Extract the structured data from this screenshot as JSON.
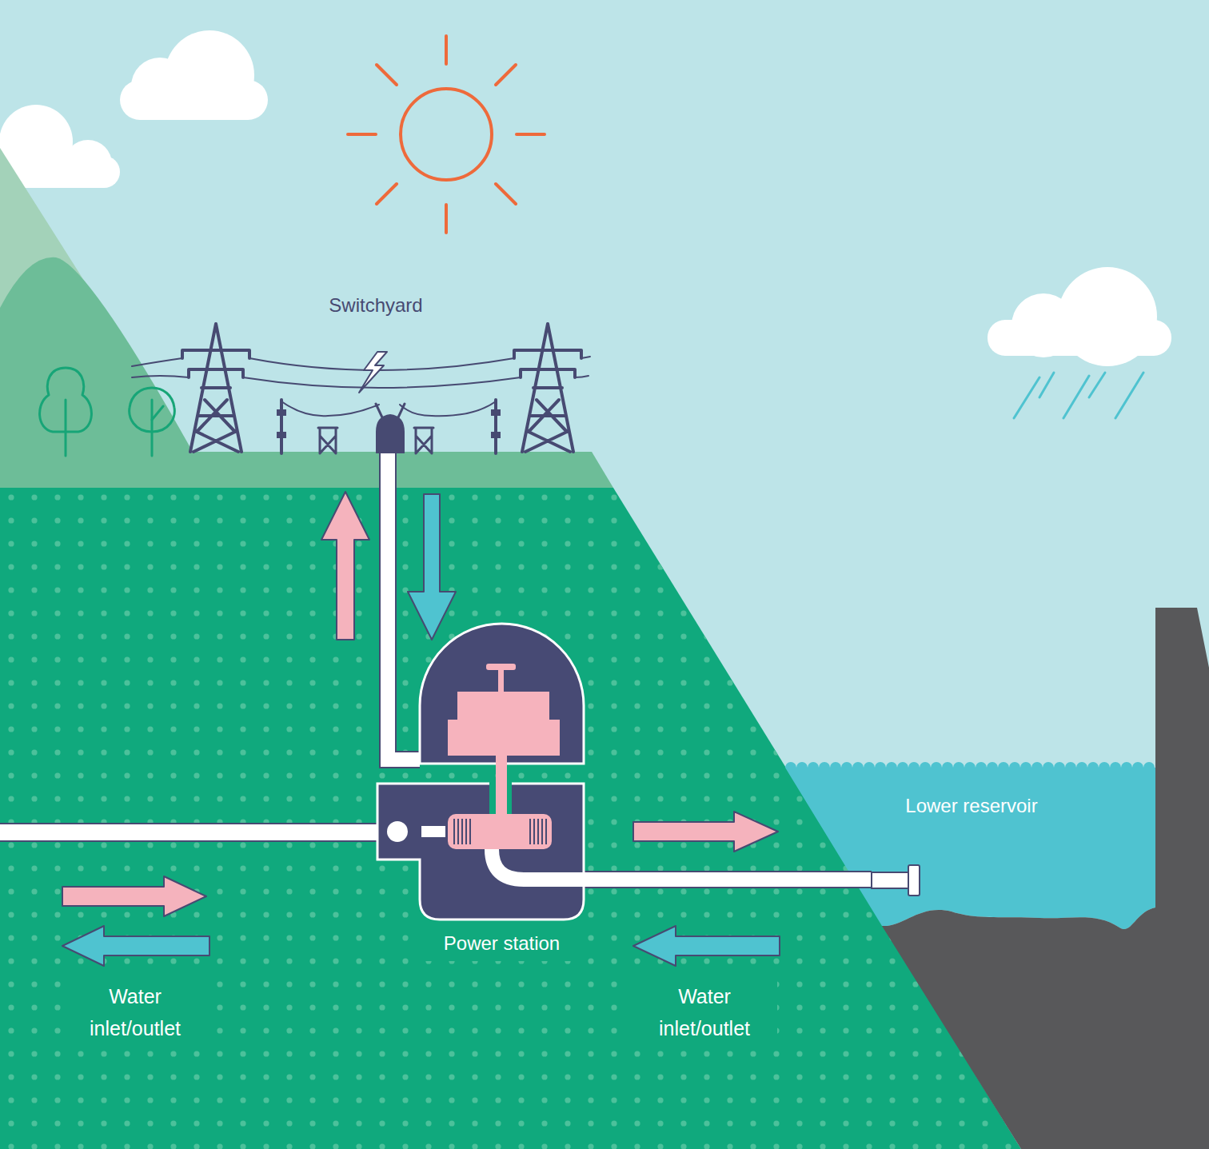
{
  "diagram": {
    "nodes": [
      {
        "text": [
          "Switchyard"
        ]
      },
      {
        "text": [
          "Power station"
        ]
      },
      {
        "text": [
          "Lower reservoir"
        ]
      }
    ],
    "edges": [
      {
        "from": 0,
        "to": 1,
        "arrow": "none"
      },
      {
        "from": 1,
        "to": 2,
        "arrow": "none"
      }
    ],
    "labels": [
      "Water inlet/outlet",
      "Water inlet/outlet"
    ]
  }
}
